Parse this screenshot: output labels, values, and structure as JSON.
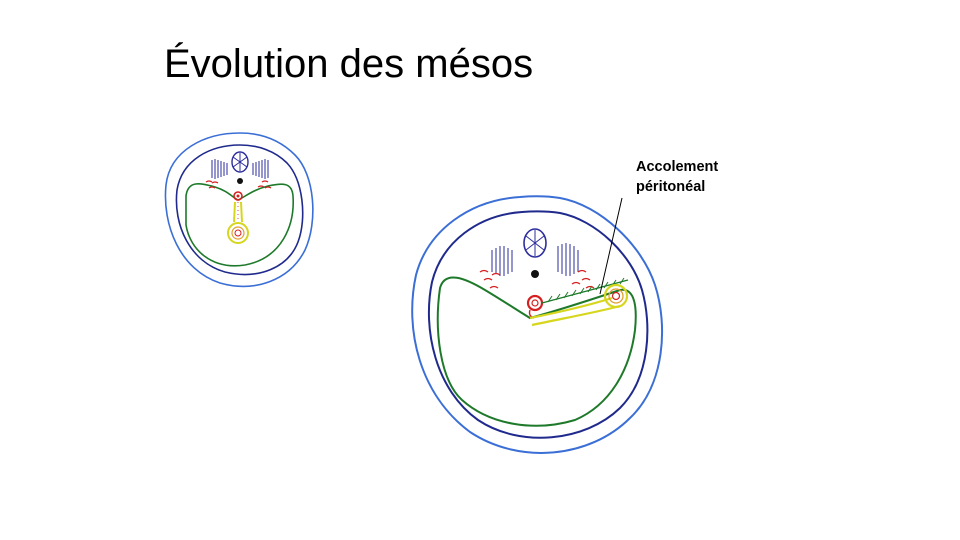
{
  "slide": {
    "title": "Évolution des mésos",
    "annotation": {
      "line1": "Accolement",
      "line2": "péritonéal"
    }
  },
  "colors": {
    "outer_skin": "#3b6fd6",
    "inner_wall": "#1f2a8c",
    "peritoneum": "#1e7a2a",
    "mesentery": "#d6d61e",
    "vessel": "#d62020",
    "vertebra": "#2d2d9e",
    "text": "#000000"
  },
  "figures": [
    {
      "name": "stage-early",
      "description_shown": false
    },
    {
      "name": "stage-late",
      "description_shown": false
    }
  ]
}
